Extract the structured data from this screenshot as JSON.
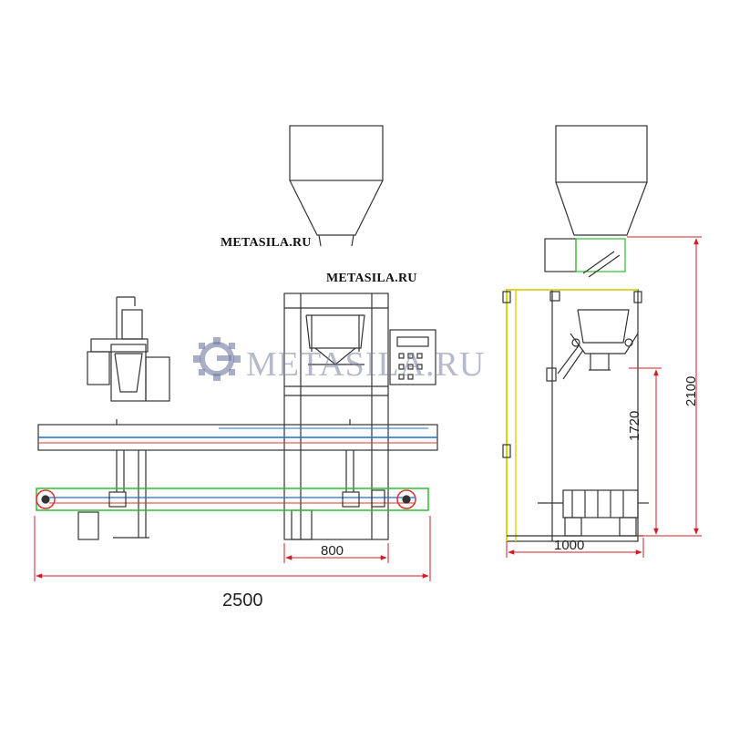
{
  "watermarks": {
    "small_1": "METASILA.RU",
    "small_2": "METASILA.RU",
    "large": "METASILA.RU"
  },
  "dimensions": {
    "overall_length": "2500",
    "frame_width_front": "800",
    "frame_width_side": "1000",
    "discharge_height": "1720",
    "total_height": "2100"
  },
  "colors": {
    "line": "#333333",
    "conveyor_blue": "#1f6fd1",
    "conveyor_red": "#e03030",
    "frame_green": "#33bb33",
    "frame_yellow": "#d8d800",
    "dimension_red": "#d21e2a",
    "watermark": "#7a8ab0"
  }
}
